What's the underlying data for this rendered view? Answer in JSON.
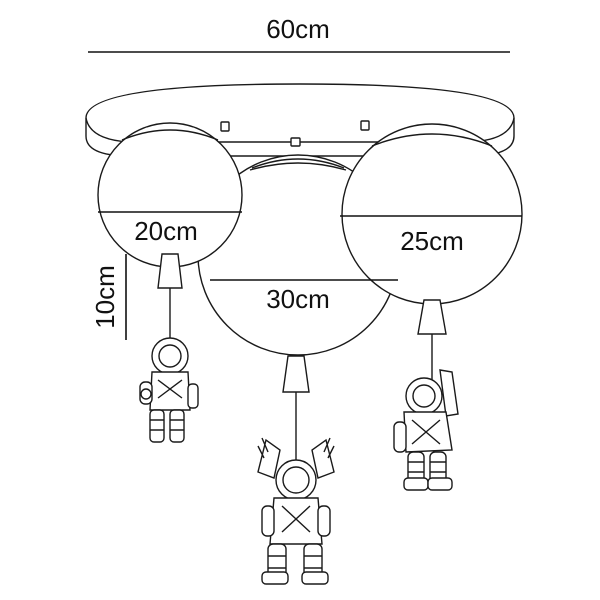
{
  "diagram": {
    "dimensions": {
      "total_width": "60cm",
      "globe_left": "20cm",
      "globe_right": "25cm",
      "globe_center": "30cm",
      "pendant_height": "10cm"
    },
    "colors": {
      "line": "#1a1a1a",
      "background": "#ffffff"
    },
    "icons": [
      "astronaut-figure-left",
      "astronaut-figure-center",
      "astronaut-figure-right"
    ]
  }
}
